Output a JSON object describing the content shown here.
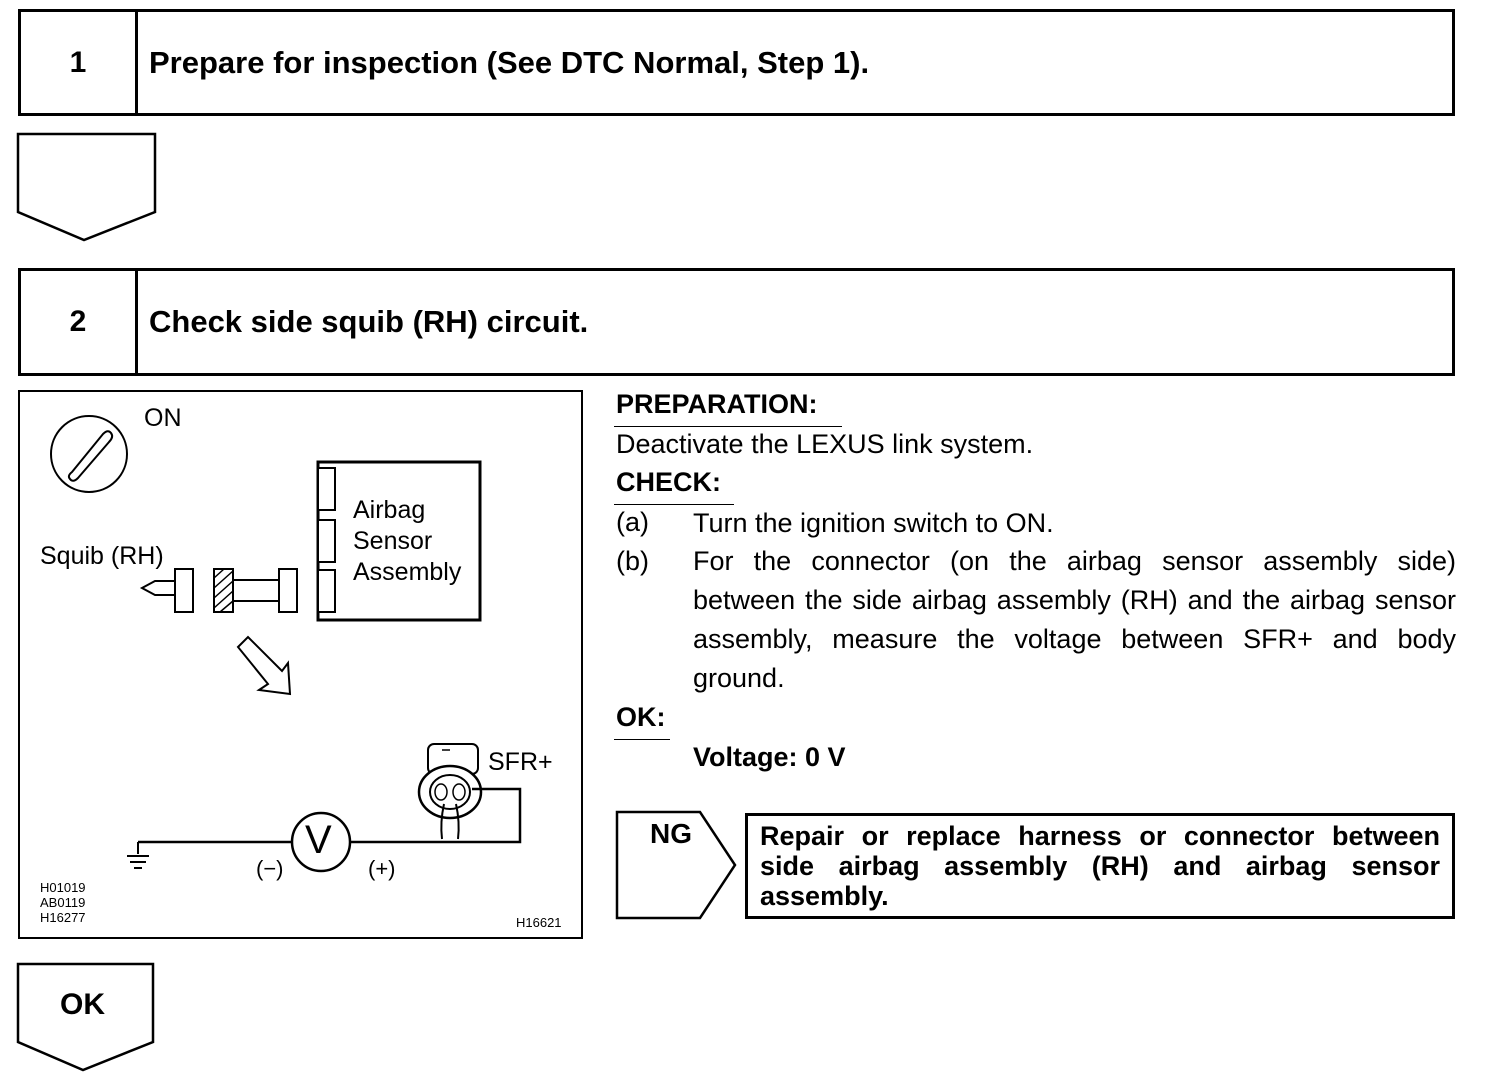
{
  "step1": {
    "number": "1",
    "title": "Prepare for inspection (See DTC Normal, Step 1)."
  },
  "step2": {
    "number": "2",
    "title": "Check side squib (RH) circuit."
  },
  "diagram": {
    "ignition_label": "ON",
    "squib_label": "Squib (RH)",
    "sensor_lines": [
      "Airbag",
      "Sensor",
      "Assembly"
    ],
    "terminal_label": "SFR+",
    "voltmeter_symbol": "V",
    "minus_label": "(−)",
    "plus_label": "(+)",
    "ref_codes": [
      "H01019",
      "AB0119",
      "H16277"
    ],
    "figure_code": "H16621"
  },
  "procedure": {
    "preparation_header": "PREPARATION:",
    "preparation_text": "Deactivate the LEXUS link system.",
    "check_header": "CHECK:",
    "steps": [
      {
        "label": "(a)",
        "text": "Turn the ignition switch to ON."
      },
      {
        "label": "(b)",
        "text": "For the connector (on the airbag sensor assembly side) between the side airbag assembly (RH) and the airbag sensor assembly, measure the voltage between SFR+ and body ground."
      }
    ],
    "ok_header": "OK:",
    "ok_value": "Voltage: 0 V"
  },
  "ng": {
    "label": "NG",
    "action": "Repair or replace harness or connector between side airbag assembly (RH) and airbag sensor assembly."
  },
  "ok_flow_label": "OK"
}
